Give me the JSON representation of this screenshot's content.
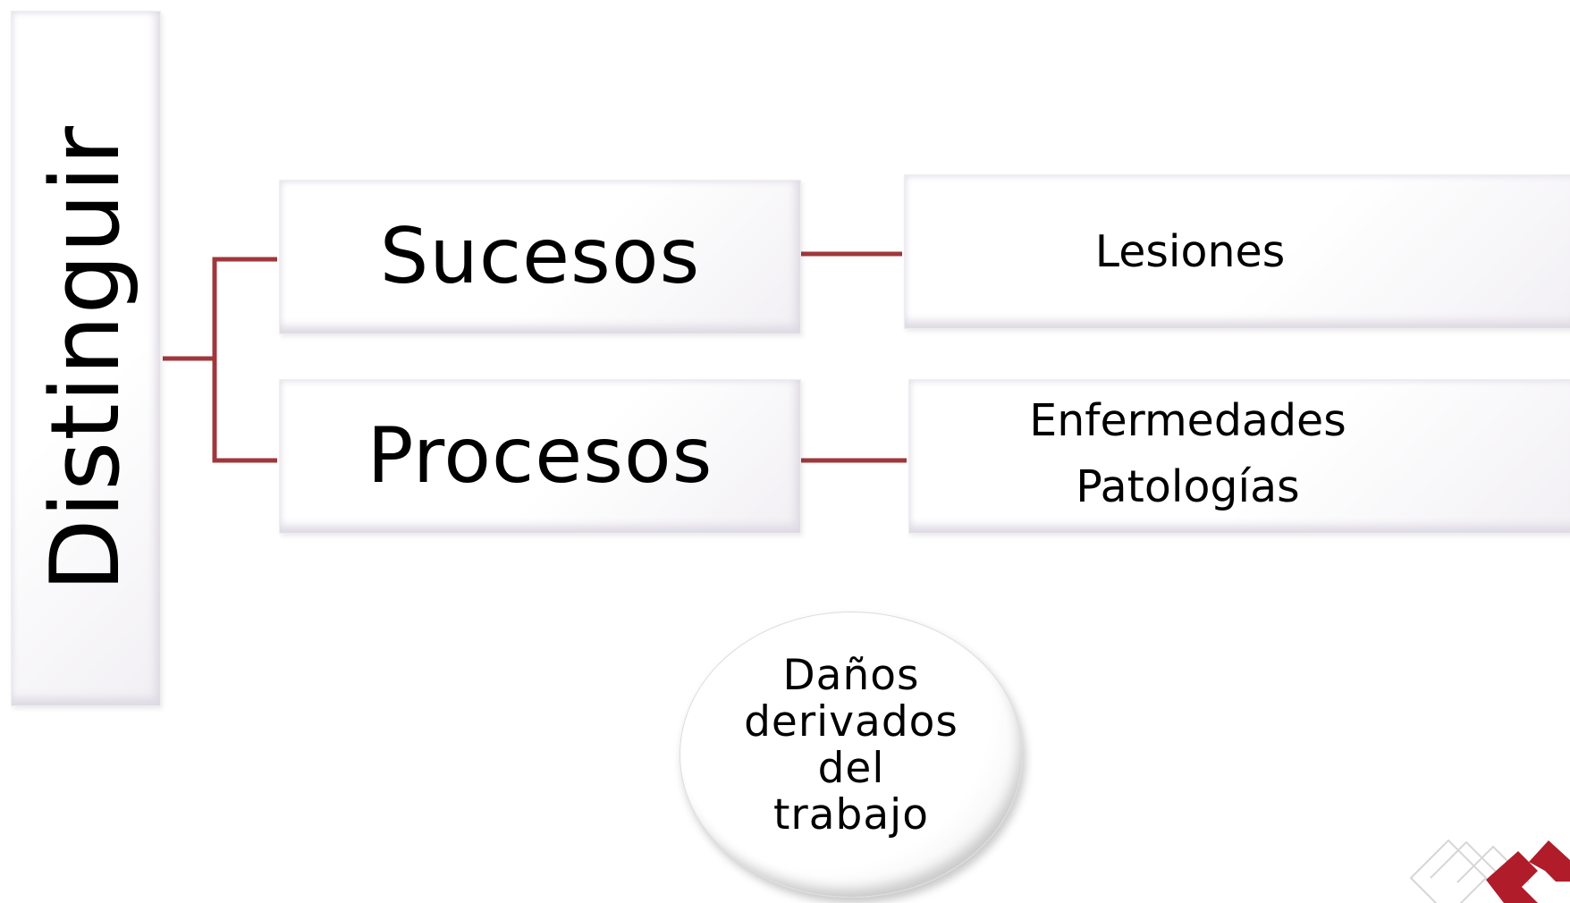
{
  "diagram": {
    "root": {
      "label": "Distinguir"
    },
    "branches": [
      {
        "label": "Sucesos",
        "result_lines": [
          "Lesiones"
        ]
      },
      {
        "label": "Procesos",
        "result_lines": [
          "Enfermedades",
          "Patologías"
        ]
      }
    ],
    "center_circle": {
      "lines": [
        "Daños",
        "derivados",
        "del",
        "trabajo"
      ]
    }
  },
  "colors": {
    "connector": "#a0373b",
    "logo_primary": "#b01c2a",
    "logo_outline": "#d6d6d6"
  },
  "icons": {
    "logo": "corner-logo-icon"
  }
}
